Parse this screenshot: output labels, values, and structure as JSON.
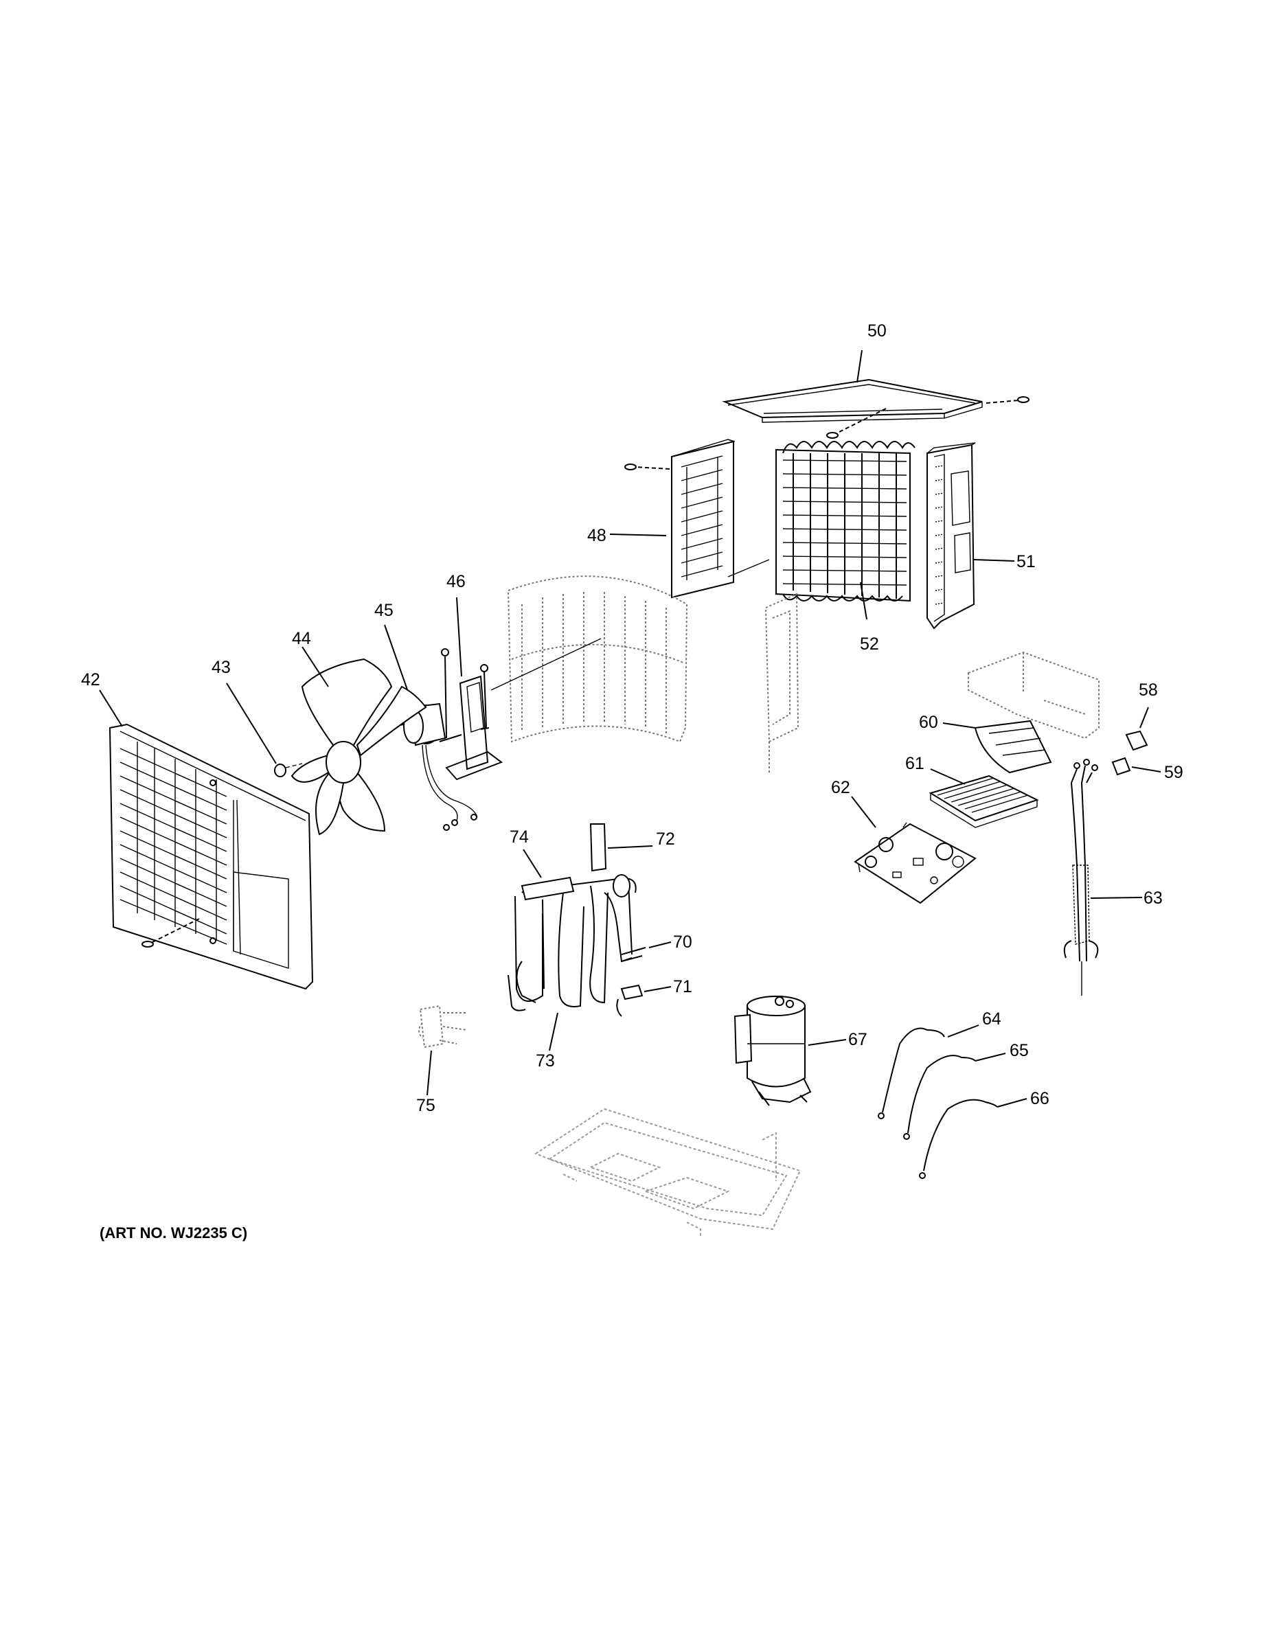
{
  "callouts": {
    "c42": "42",
    "c43": "43",
    "c44": "44",
    "c45": "45",
    "c46": "46",
    "c48": "48",
    "c50": "50",
    "c51": "51",
    "c52": "52",
    "c58": "58",
    "c59": "59",
    "c60": "60",
    "c61": "61",
    "c62": "62",
    "c63": "63",
    "c64": "64",
    "c65": "65",
    "c66": "66",
    "c67": "67",
    "c70": "70",
    "c71": "71",
    "c72": "72",
    "c73": "73",
    "c74": "74",
    "c75": "75"
  },
  "art_number": "(ART NO. WJ2235 C)"
}
